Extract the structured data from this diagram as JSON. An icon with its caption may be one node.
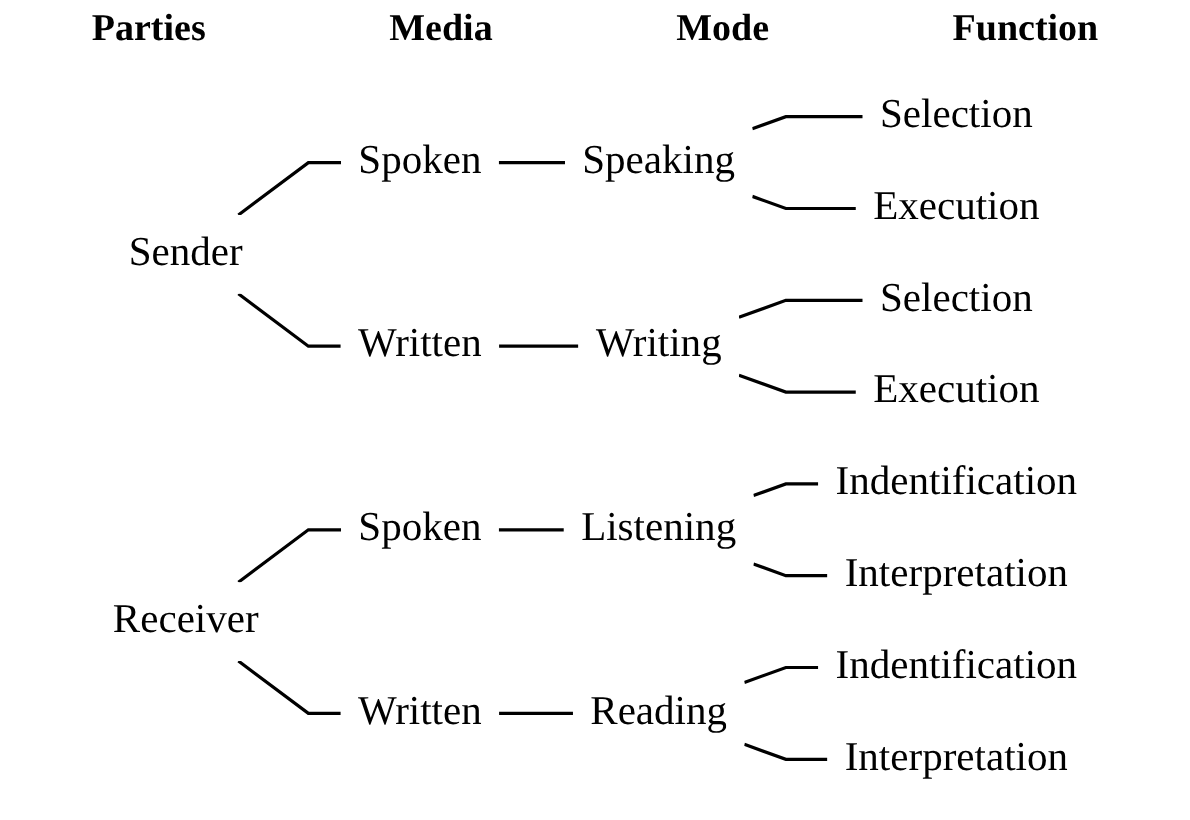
{
  "diagram": {
    "nodes": [
      {
        "text": [
          "Sender"
        ]
      },
      {
        "text": [
          "Spoken"
        ]
      },
      {
        "text": [
          "Speaking"
        ]
      },
      {
        "text": [
          "Selection"
        ]
      },
      {
        "text": [
          "Execution"
        ]
      },
      {
        "text": [
          "Written"
        ]
      },
      {
        "text": [
          "Writing"
        ]
      },
      {
        "text": [
          "Selection"
        ]
      },
      {
        "text": [
          "Execution"
        ]
      },
      {
        "text": [
          "Receiver"
        ]
      },
      {
        "text": [
          "Spoken"
        ]
      },
      {
        "text": [
          "Listening"
        ]
      },
      {
        "text": [
          "Indentification"
        ]
      },
      {
        "text": [
          "Interpretation"
        ]
      },
      {
        "text": [
          "Written"
        ]
      },
      {
        "text": [
          "Reading"
        ]
      },
      {
        "text": [
          "Indentification"
        ]
      },
      {
        "text": [
          "Interpretation"
        ]
      }
    ],
    "edges": [
      {
        "from": 0,
        "to": 1,
        "arrow": "none"
      },
      {
        "from": 1,
        "to": 2,
        "arrow": "none"
      },
      {
        "from": 2,
        "to": 3,
        "arrow": "none"
      },
      {
        "from": 2,
        "to": 4,
        "arrow": "none"
      },
      {
        "from": 0,
        "to": 5,
        "arrow": "none"
      },
      {
        "from": 5,
        "to": 6,
        "arrow": "none"
      },
      {
        "from": 6,
        "to": 7,
        "arrow": "none"
      },
      {
        "from": 6,
        "to": 8,
        "arrow": "none"
      },
      {
        "from": 9,
        "to": 10,
        "arrow": "none"
      },
      {
        "from": 10,
        "to": 11,
        "arrow": "none"
      },
      {
        "from": 11,
        "to": 12,
        "arrow": "none"
      },
      {
        "from": 11,
        "to": 13,
        "arrow": "none"
      },
      {
        "from": 9,
        "to": 14,
        "arrow": "none"
      },
      {
        "from": 14,
        "to": 15,
        "arrow": "none"
      },
      {
        "from": 15,
        "to": 16,
        "arrow": "none"
      },
      {
        "from": 15,
        "to": 17,
        "arrow": "none"
      }
    ],
    "labels": [
      "Parties",
      "Media",
      "Mode",
      "Function"
    ]
  }
}
